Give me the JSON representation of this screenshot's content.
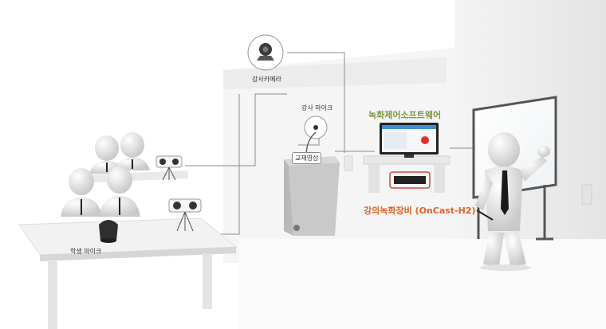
{
  "labels": {
    "lecturer_camera": "강사카메라",
    "lecturer_mic": "강사 마이크",
    "teaching_video": "교재영상",
    "recording_software": "녹화제어소프트웨어",
    "recording_device": "강의녹화장비 (OnCast-H2)",
    "student_mic": "학생 마이크"
  },
  "colors": {
    "software_label": "#7a9a3a",
    "device_label": "#e0622a",
    "device_highlight": "#d9453a",
    "record_button": "#e03030",
    "figure": "#f1f1f1",
    "wall": "#e6e6e6"
  },
  "icons": {
    "camera": "ptz-camera-icon",
    "microphone": "gooseneck-mic-icon",
    "tripod_camera": "tripod-camera-icon"
  }
}
